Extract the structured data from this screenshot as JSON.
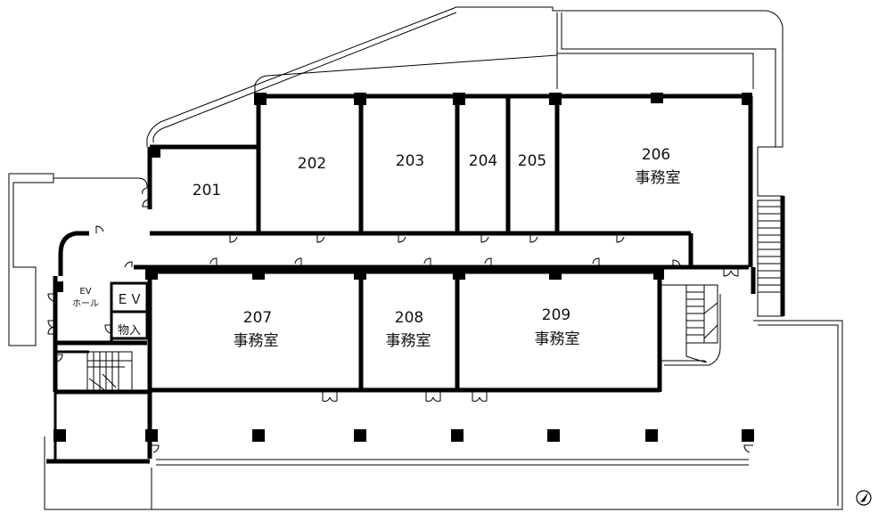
{
  "rooms": {
    "r201": {
      "number": "201"
    },
    "r202": {
      "number": "202"
    },
    "r203": {
      "number": "203"
    },
    "r204": {
      "number": "204"
    },
    "r205": {
      "number": "205"
    },
    "r206": {
      "number": "206",
      "use": "事務室"
    },
    "r207": {
      "number": "207",
      "use": "事務室"
    },
    "r208": {
      "number": "208",
      "use": "事務室"
    },
    "r209": {
      "number": "209",
      "use": "事務室"
    }
  },
  "service": {
    "ev_hall_line1": "EV",
    "ev_hall_line2": "ホール",
    "elevator": "ＥＶ",
    "storage": "物入"
  },
  "icons": {
    "north": "north-arrow-icon",
    "stairs": "staircase-icon",
    "door": "door-swing-icon"
  },
  "colors": {
    "wall": "#000000",
    "line": "#000000",
    "background": "#ffffff"
  }
}
